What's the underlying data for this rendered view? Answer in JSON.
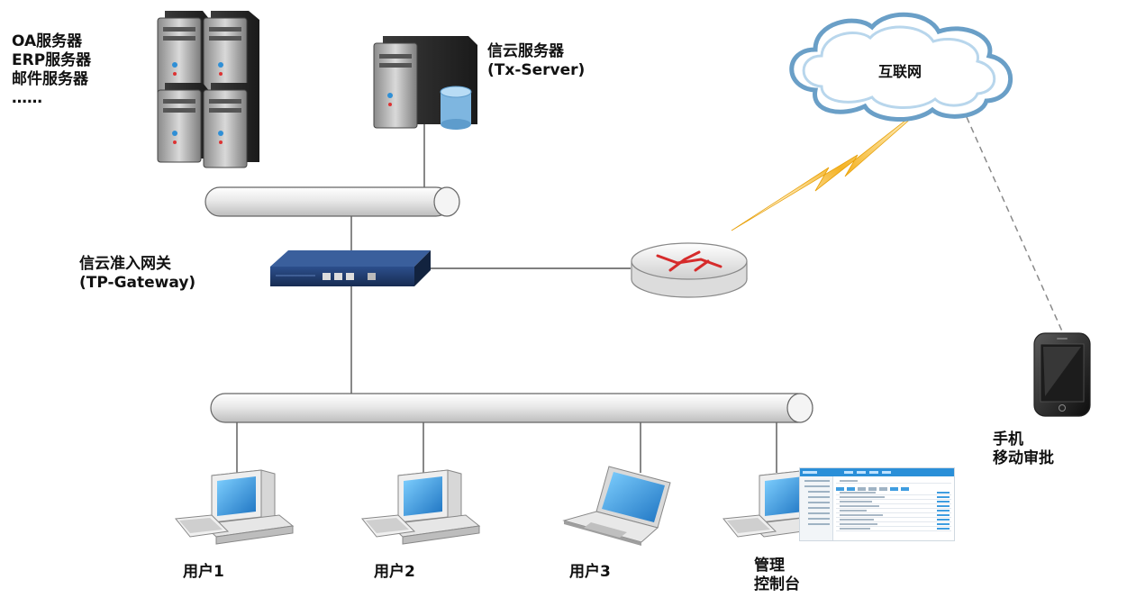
{
  "labels": {
    "servers": [
      "OA服务器",
      "ERP服务器",
      "邮件服务器",
      "……"
    ],
    "tx_server": [
      "信云服务器",
      "(Tx-Server)"
    ],
    "gateway": [
      "信云准入网关",
      "(TP-Gateway)"
    ],
    "internet": "互联网",
    "mobile": [
      "手机",
      "移动审批"
    ],
    "user1": "用户1",
    "user2": "用户2",
    "user3": "用户3",
    "console": [
      "管理",
      "控制台"
    ]
  },
  "colors": {
    "pipe_fill": "#eeeeee",
    "pipe_stroke": "#555555",
    "line": "#555555",
    "lightning": "#f5b324",
    "router_mark": "#d62b2b",
    "gateway_body": "#1f3b6b",
    "cloud_stroke": "#6a9fc7",
    "screen_blue": "#2f8fd6"
  },
  "icons": {
    "server_cluster": "server-cluster-icon",
    "db_server": "database-server-icon",
    "gateway": "gateway-appliance-icon",
    "router": "router-icon",
    "cloud": "cloud-icon",
    "phone": "smartphone-icon",
    "desktop": "desktop-computer-icon",
    "laptop": "laptop-icon",
    "console": "console-screenshot-icon"
  }
}
